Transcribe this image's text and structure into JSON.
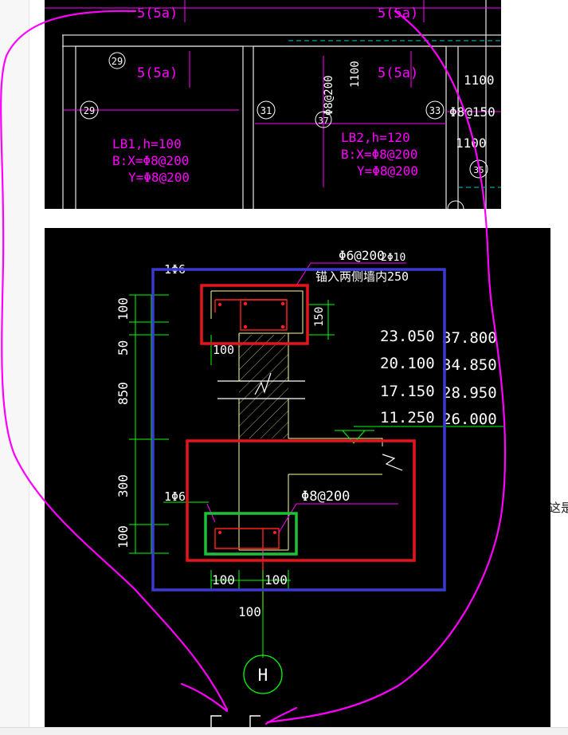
{
  "top_drawing": {
    "bar_label_1": "5(5a)",
    "bar_label_2": "5(5a)",
    "bar_label_3": "5(5a)",
    "bar_label_4": "5(5a)",
    "slab_29a": "29",
    "slab_29b": "29",
    "slab_31": "31",
    "slab_33": "33",
    "slab_37": "37",
    "slab_35": "35",
    "rebar_v": "Φ8@200",
    "dim_v": "1100",
    "dim_1100_a": "1100",
    "dim_1100_b": "1100",
    "rebar_33": "Φ8@150",
    "lb1_title": "LB1,h=100",
    "lb1_bx": "B:X=Φ8@200",
    "lb1_y": "Y=Φ8@200",
    "lb2_title": "LB2,h=120",
    "lb2_bx": "B:X=Φ8@200",
    "lb2_y": "Y=Φ8@200"
  },
  "detail_drawing": {
    "top_rebar_1": "Φ6@200",
    "top_rebar_2": "2Φ10",
    "anchor_note": "锚入两侧墙内250",
    "left_top_bar": "1Φ6",
    "left_bottom_bar": "1Φ6",
    "bottom_rebar": "Φ8@200",
    "dim_100_top": "100",
    "dim_50": "50",
    "dim_850": "850",
    "dim_300": "300",
    "dim_100_bottom": "100",
    "dim_150": "150",
    "dim_100_small": "100",
    "dim_100_l": "100",
    "dim_100_r": "100",
    "dim_100_total": "100",
    "axis_label": "H",
    "elevations_left": [
      "23.050",
      "20.100",
      "17.150",
      "11.250"
    ],
    "elevations_right": [
      "37.800",
      "34.850",
      "28.950",
      "26.000"
    ]
  },
  "page": {
    "side_text": "这是"
  },
  "colors": {
    "cad_background": "#000000",
    "magenta": "#ff00ff",
    "dim_green": "#00ff00",
    "wall_yellow": "#ffff99",
    "rebar_red": "#ff2020",
    "highlight_red": "#e8141c",
    "highlight_blue": "#3a3ad0",
    "highlight_green": "#1fbf3a",
    "slab_border_white": "#d8d8d8",
    "cyan": "#00c8c8"
  }
}
